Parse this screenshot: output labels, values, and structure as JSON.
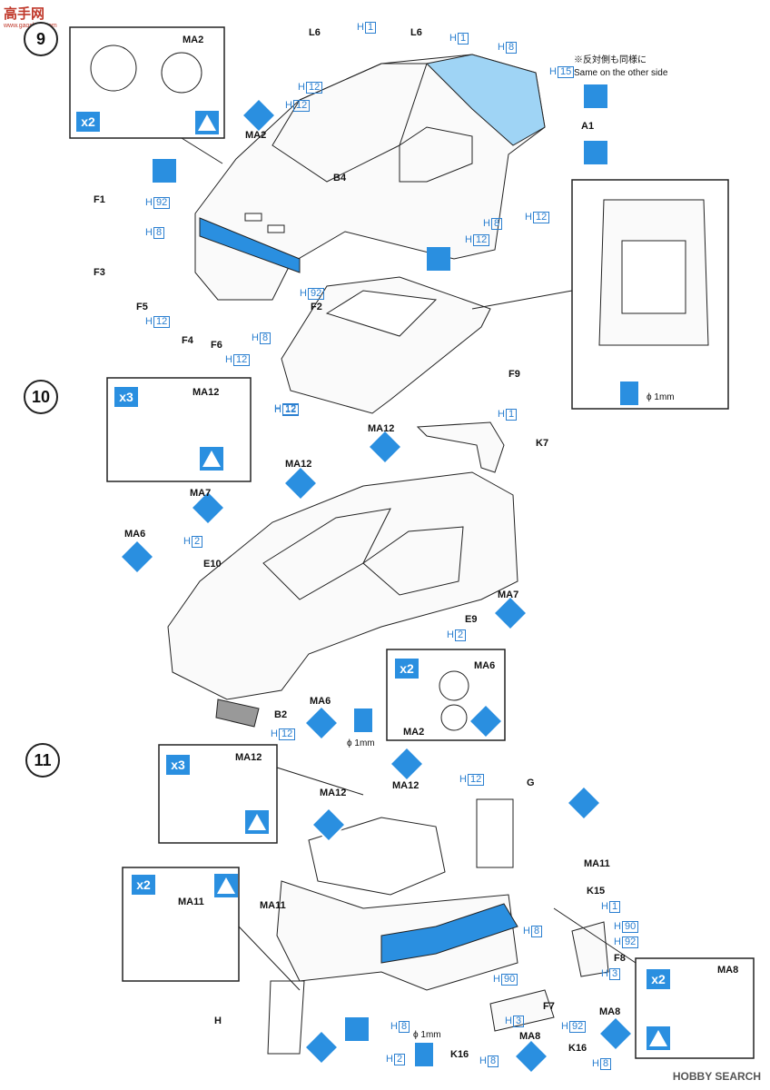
{
  "watermark": {
    "logo_text": "高手网",
    "logo_sub": "www.gaoshou.com",
    "bottom": "HOBBY SEARCH"
  },
  "steps": [
    {
      "number": "9",
      "multiplier": "x2",
      "multiplier_note_label": "MA2"
    },
    {
      "number": "10",
      "multiplier": "x3",
      "multiplier_note_label": "MA12",
      "inset_multiplier": "x2"
    },
    {
      "number": "11",
      "multiplier": "x3",
      "multiplier_note_label": "MA12",
      "inset_multiplier": "x2"
    }
  ],
  "notes": {
    "other_side_jp": "※反対側も同様に",
    "other_side_en": "Same on the other side",
    "hole_size": "ϕ 1mm"
  },
  "colors": {
    "accent_blue": "#2a8fe0",
    "paint_code": "#2a7fd0",
    "body_fill": "#9fd4f5"
  },
  "step9_labels": {
    "l6a": "L6",
    "l6b": "L6",
    "ma2_box": "MA2",
    "ma2": "MA2",
    "a1": "A1",
    "b4": "B4",
    "f1": "F1",
    "f2": "F2",
    "f3": "F3",
    "f4": "F4",
    "f5": "F5",
    "f6": "F6",
    "f9": "F9"
  },
  "step9_paint": {
    "h1a": "1",
    "h1b": "1",
    "h8a": "8",
    "h15": "15",
    "h12a": "12",
    "h12b": "12",
    "h92a": "92",
    "h8b": "8",
    "h8c": "8",
    "h12c": "12",
    "h12d": "12",
    "h12e": "12",
    "h92b": "92",
    "h8d": "8",
    "h12f": "12",
    "h12g": "12"
  },
  "step10_labels": {
    "ma12_box": "MA12",
    "ma12a": "MA12",
    "ma12b": "MA12",
    "ma7a": "MA7",
    "ma6a": "MA6",
    "e10": "E10",
    "ma7b": "MA7",
    "e9": "E9",
    "ma6_inset": "MA6",
    "ma2_inset": "MA2",
    "ma6b": "MA6",
    "b2": "B2",
    "k7": "K7"
  },
  "step10_paint": {
    "h1": "1",
    "h2a": "2",
    "h2b": "2",
    "h12a": "12",
    "h12b": "12"
  },
  "step11_labels": {
    "ma12_box": "MA12",
    "ma12a": "MA12",
    "ma12b": "MA12",
    "g": "G",
    "ma11a": "MA11",
    "k15": "K15",
    "ma11_box": "MA11",
    "ma11b": "MA11",
    "f8": "F8",
    "ma8_inset": "MA8",
    "f7": "F7",
    "ma8a": "MA8",
    "ma8b": "MA8",
    "h": "H",
    "k16a": "K16",
    "k16b": "K16"
  },
  "step11_paint": {
    "h12": "12",
    "h1": "1",
    "h8a": "8",
    "h90a": "90",
    "h92a": "92",
    "h3a": "3",
    "h90b": "90",
    "h92b": "92",
    "h3b": "3",
    "h8b": "8",
    "h8c": "8",
    "h2": "2",
    "h8d": "8"
  }
}
